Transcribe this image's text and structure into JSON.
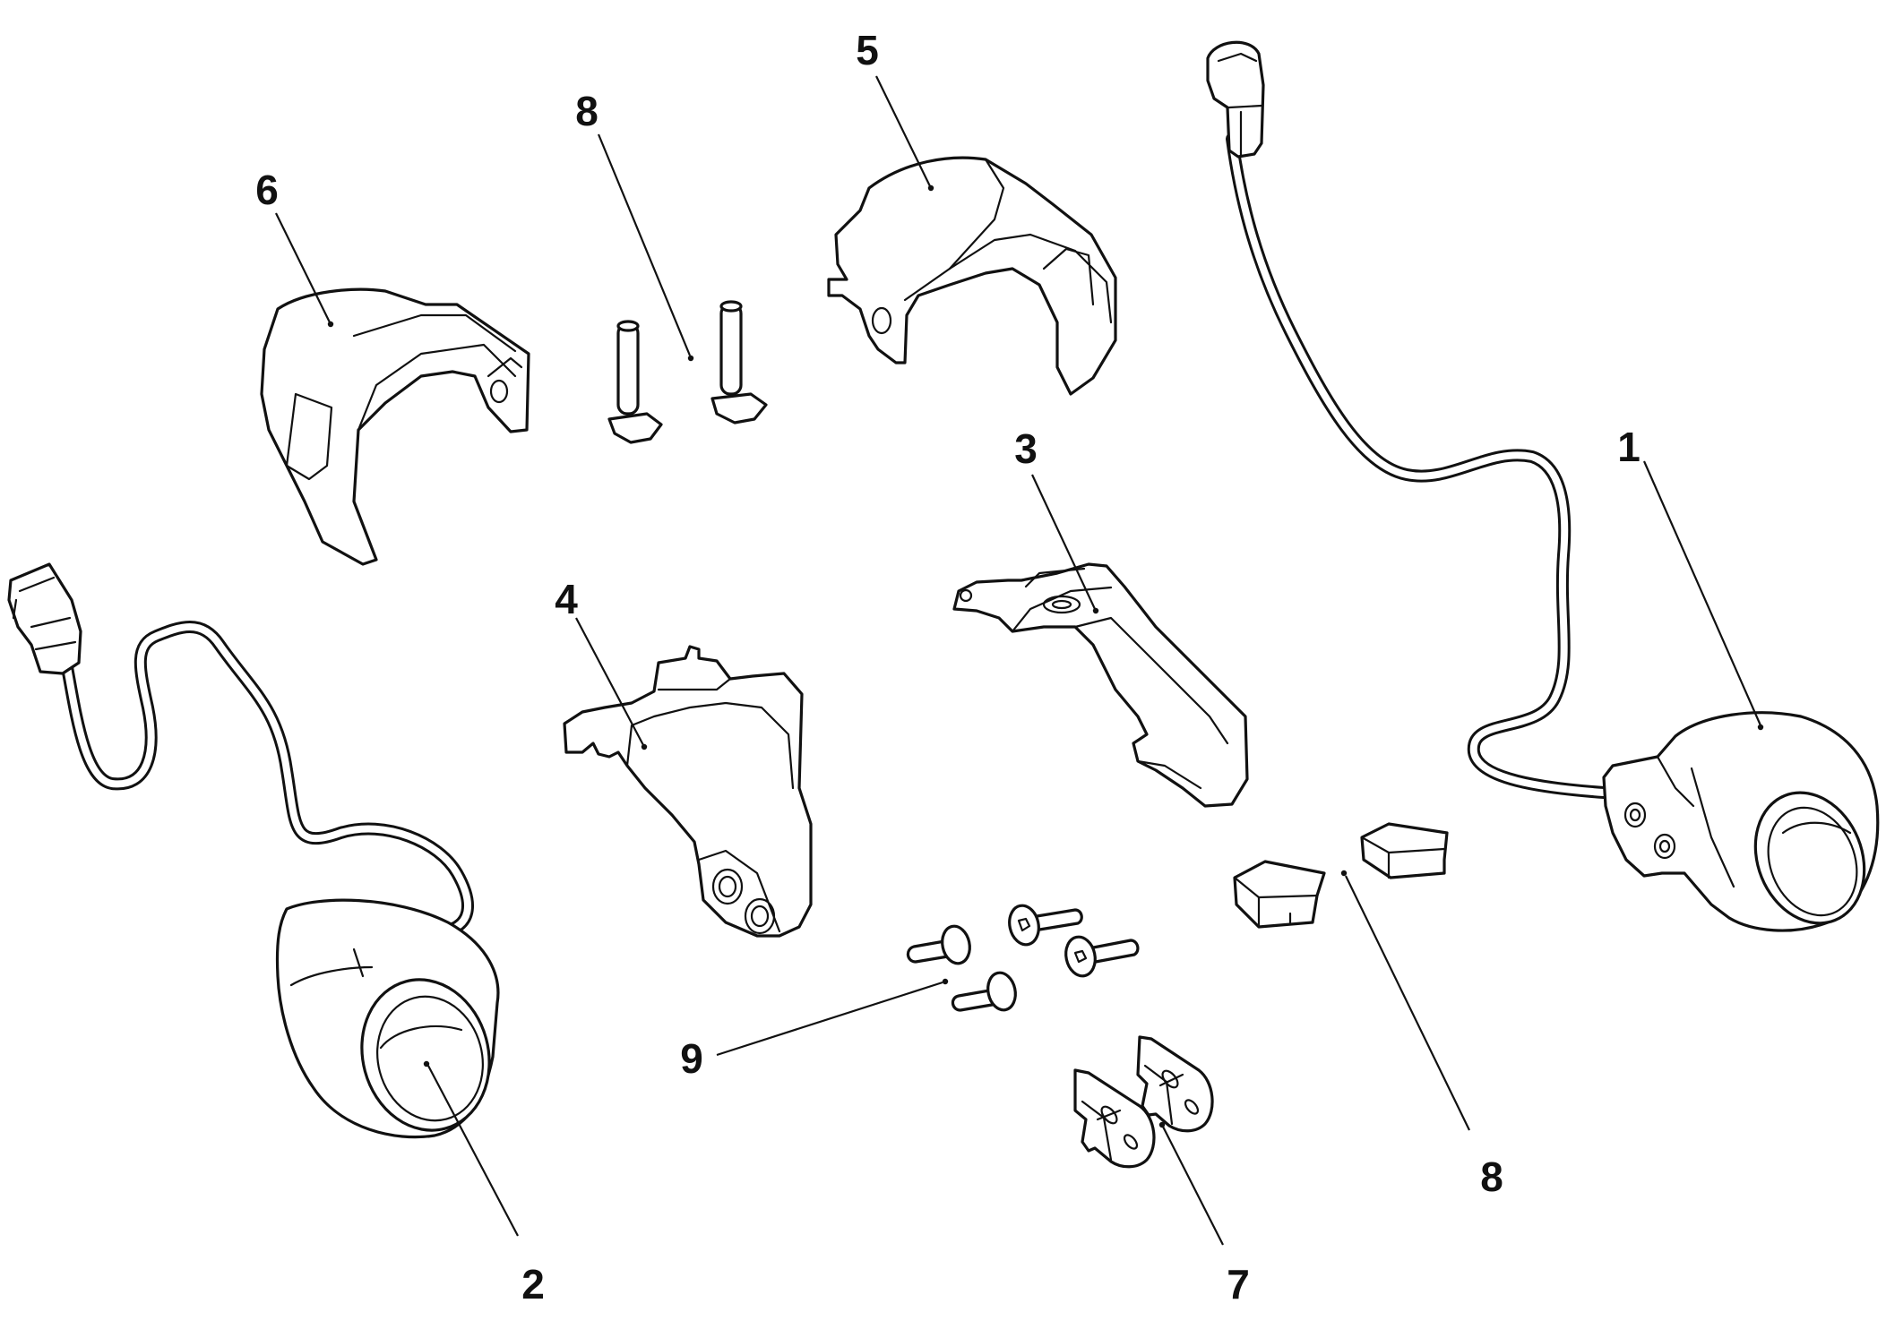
{
  "callouts": [
    {
      "id": "1",
      "label": "1"
    },
    {
      "id": "2",
      "label": "2"
    },
    {
      "id": "3",
      "label": "3"
    },
    {
      "id": "4",
      "label": "4"
    },
    {
      "id": "5",
      "label": "5"
    },
    {
      "id": "6",
      "label": "6"
    },
    {
      "id": "7",
      "label": "7"
    },
    {
      "id": "8a",
      "label": "8"
    },
    {
      "id": "8b",
      "label": "8"
    },
    {
      "id": "9",
      "label": "9"
    }
  ],
  "colors": {
    "ink": "#111111",
    "paper": "#ffffff"
  }
}
